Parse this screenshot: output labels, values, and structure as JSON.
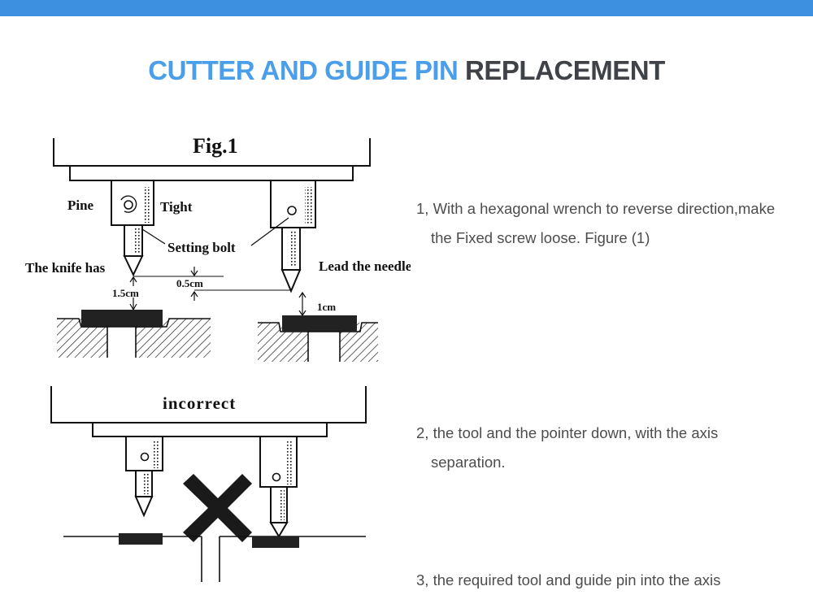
{
  "header": {
    "title_highlight": "CUTTER AND GUIDE PIN",
    "title_rest": "REPLACEMENT"
  },
  "figure1": {
    "title": "Fig.1",
    "label_pine": "Pine",
    "label_tight": "Tight",
    "label_setting_bolt": "Setting bolt",
    "label_knife": "The knife has",
    "label_lead": "Lead the needle",
    "label_05": "0.5cm",
    "label_15": "1.5cm",
    "label_1cm": "1cm"
  },
  "figure2": {
    "title": "incorrect"
  },
  "steps": [
    {
      "line1": "1, With a hexagonal wrench to reverse direction,make",
      "line2": "the Fixed screw loose. Figure (1)"
    },
    {
      "line1": "2, the tool and the pointer down, with the axis",
      "line2": "separation."
    },
    {
      "line1": "3, the required tool and guide pin into the axis"
    }
  ],
  "colors": {
    "accent_bar": "#3d8fe0",
    "title_blue": "#4a9eea",
    "title_dark": "#3f4347",
    "body_text": "#4d4d4d"
  }
}
